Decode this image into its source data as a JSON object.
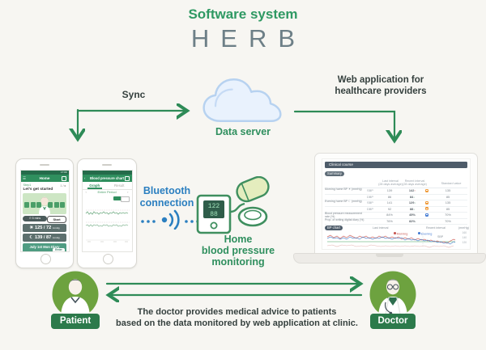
{
  "title": {
    "kicker": "Software system",
    "name": "HERB"
  },
  "data_server": {
    "label": "Data server"
  },
  "sync": {
    "label": "Sync"
  },
  "web_app": {
    "line1": "Web application for",
    "line2": "healthcare providers"
  },
  "bluetooth": {
    "line1": "Bluetooth",
    "line2": "connection"
  },
  "monitor": {
    "display_sys": "122",
    "display_dia": "88",
    "line1": "Home",
    "line2": "blood pressure",
    "line3": "monitoring"
  },
  "phone_home": {
    "time": "17:00",
    "nav_title": "Home",
    "menu_icon": "☰",
    "step": "Step1",
    "pager": "1 / ▸",
    "greeting": "Let's get started",
    "timer": "⏱ 5 mins",
    "start": "Start",
    "morning_icon": "☀",
    "morning_value": "125 / 72",
    "morning_unit": "mmHg",
    "evening_icon": "☾",
    "evening_value": "139 / 87",
    "evening_unit": "mmHg",
    "diary_title": "July 1st Mon Diary",
    "diary_button": "Enter"
  },
  "phone_chart": {
    "back_icon": "‹",
    "nav_title": "Blood pressure chart",
    "tab_graph": "Graph",
    "tab_result": "Result",
    "prev_icon": "‹",
    "period": "Entire Period",
    "next_icon": "›"
  },
  "laptop": {
    "header": "Clinical course",
    "summary": "Summary",
    "table": {
      "col_last": "Last interval",
      "col_last_sub": "(28 days average)",
      "col_recent": "Recent interval",
      "col_recent_sub": "(28 days average)",
      "col_standard": "Standard value",
      "rows": [
        {
          "label": "Morning home BP",
          "sub": "☀ (mmHg)",
          "metric": "SBP",
          "last": "139",
          "recent": "142",
          "trend": "↑",
          "standard": "135"
        },
        {
          "label": "",
          "sub": "",
          "metric": "DBP",
          "last": "86",
          "recent": "84",
          "trend": "↓",
          "standard": "85"
        },
        {
          "label": "Evening home BP",
          "sub": "☾ (mmHg)",
          "metric": "SBP",
          "last": "141",
          "recent": "129",
          "trend": "↓",
          "standard": "135"
        },
        {
          "label": "",
          "sub": "",
          "metric": "DBP",
          "last": "92",
          "recent": "88",
          "trend": "↓",
          "standard": "85"
        },
        {
          "label": "Blood pressure measurement rate (%)",
          "sub": "",
          "metric": "",
          "last": "84%",
          "recent": "45%",
          "trend": "",
          "standard": "70%"
        },
        {
          "label": "Prop. of writing digital diary (%)",
          "sub": "",
          "metric": "",
          "last": "76%",
          "recent": "82%",
          "trend": "",
          "standard": "70%"
        }
      ]
    },
    "bp_chart": {
      "badge": "BP chart",
      "last_interval": "Last interval",
      "recent_interval": "Recent interval",
      "legend_morning": "Morning",
      "legend_evening": "Evening",
      "unit": "(mmHg)",
      "ytick1": "160",
      "ytick2": "140",
      "ytick3": "120",
      "series": "SBP"
    }
  },
  "patient": {
    "label": "Patient"
  },
  "doctor": {
    "label": "Doctor"
  },
  "advice": {
    "line1": "The doctor provides medical advice to patients",
    "line2": "based on the data monitored by web application at clinic."
  }
}
